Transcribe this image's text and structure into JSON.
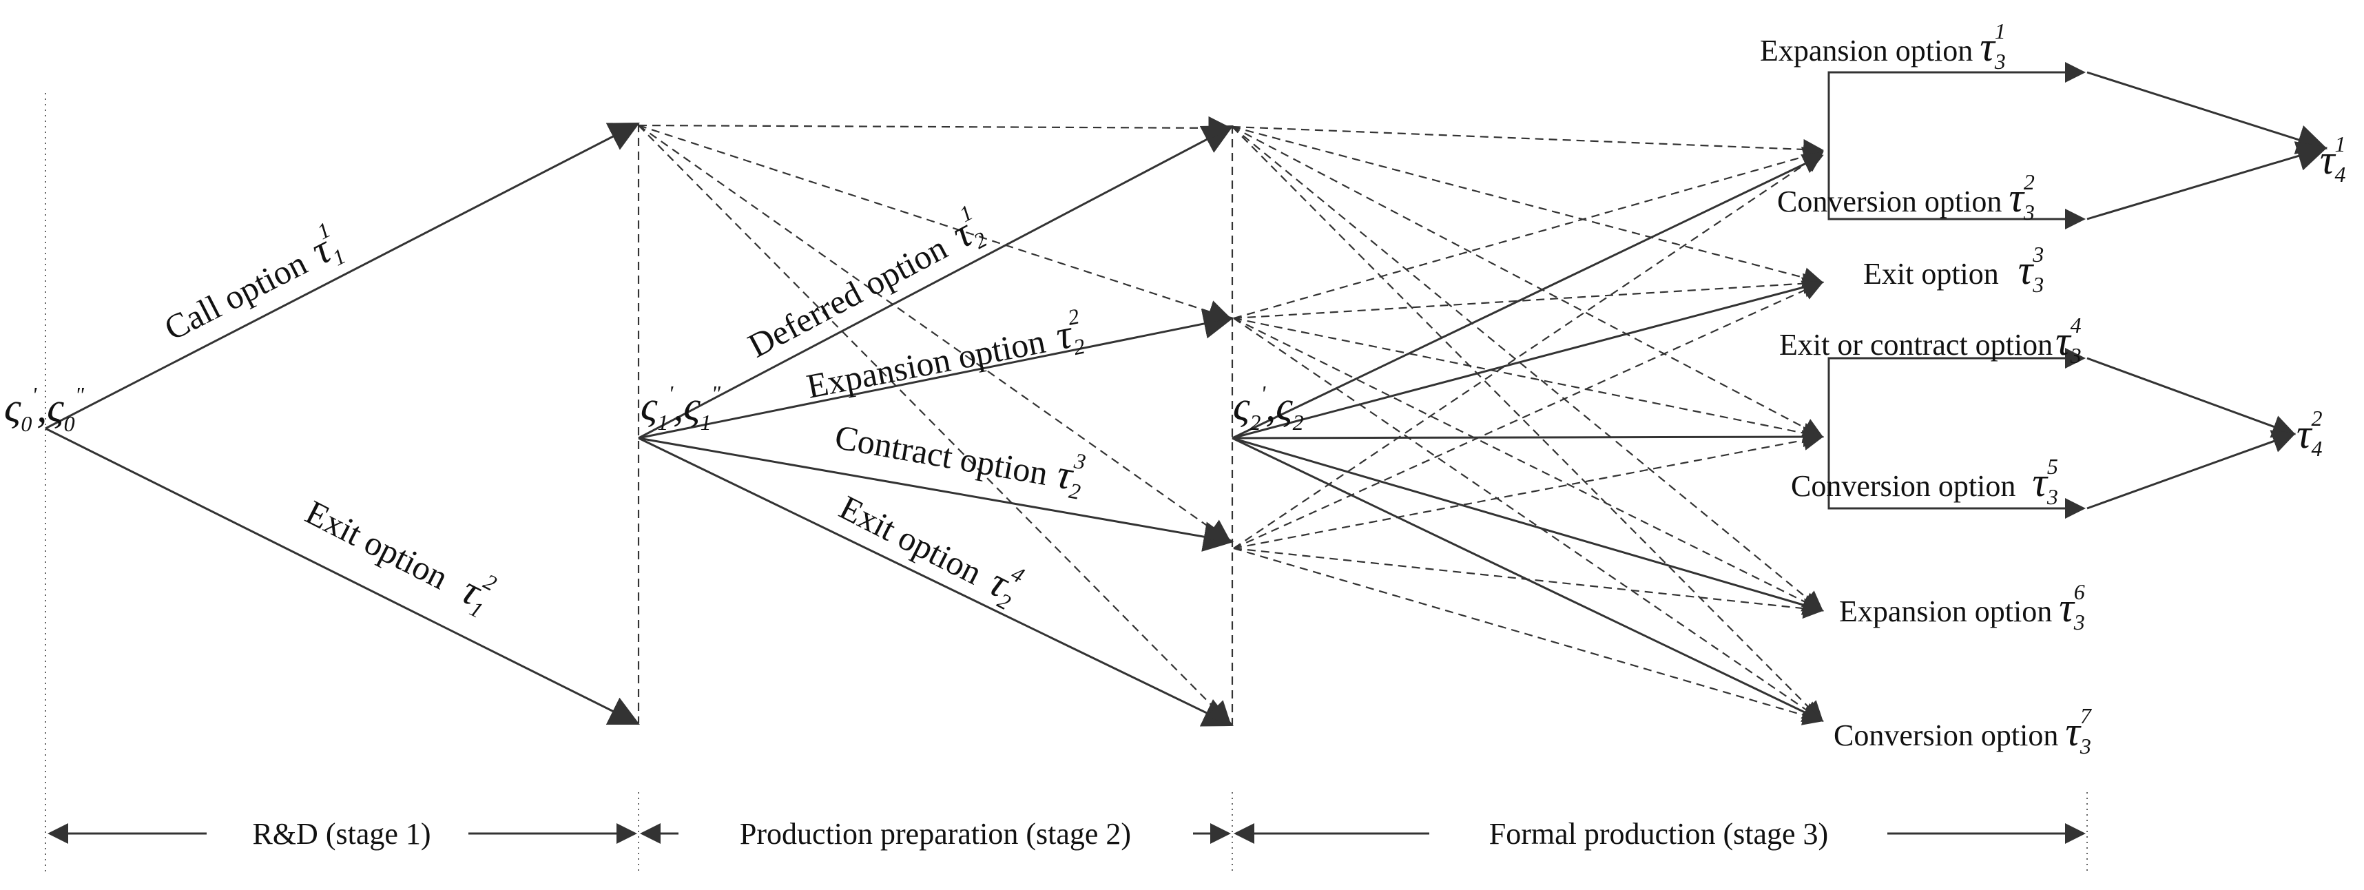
{
  "nodes": {
    "n0": {
      "sym": "ς",
      "sub": "0",
      "sup1": "'",
      "sup2": "\""
    },
    "n1": {
      "sym": "ς",
      "sub": "1",
      "sup1": "'",
      "sup2": "\""
    },
    "n2": {
      "sym": "ς",
      "sub": "2",
      "sup1": "'",
      "sup2": ""
    }
  },
  "stage1_options": [
    {
      "text": "Call option",
      "sym": "τ",
      "sub": "1",
      "sup": "1"
    },
    {
      "text": "Exit option",
      "sym": "τ",
      "sub": "1",
      "sup": "2"
    }
  ],
  "stage2_options": [
    {
      "text": "Deferred option",
      "sym": "τ",
      "sub": "2",
      "sup": "1"
    },
    {
      "text": "Expansion option",
      "sym": "τ",
      "sub": "2",
      "sup": "2"
    },
    {
      "text": "Contract option",
      "sym": "τ",
      "sub": "2",
      "sup": "3"
    },
    {
      "text": "Exit option",
      "sym": "τ",
      "sub": "2",
      "sup": "4"
    }
  ],
  "stage3_options": [
    {
      "text": "Expansion option",
      "sym": "τ",
      "sub": "3",
      "sup": "1"
    },
    {
      "text": "Conversion option",
      "sym": "τ",
      "sub": "3",
      "sup": "2"
    },
    {
      "text": "Exit option",
      "sym": "τ",
      "sub": "3",
      "sup": "3"
    },
    {
      "text": "Exit or contract option",
      "sym": "τ",
      "sub": "3",
      "sup": "4"
    },
    {
      "text": "Conversion option",
      "sym": "τ",
      "sub": "3",
      "sup": "5"
    },
    {
      "text": "Expansion option",
      "sym": "τ",
      "sub": "3",
      "sup": "6"
    },
    {
      "text": "Conversion option",
      "sym": "τ",
      "sub": "3",
      "sup": "7"
    }
  ],
  "final_nodes": [
    {
      "sym": "τ",
      "sub": "4",
      "sup": "1"
    },
    {
      "sym": "τ",
      "sub": "4",
      "sup": "2"
    }
  ],
  "stages": [
    {
      "label": "R&D (stage 1)"
    },
    {
      "label": "Production preparation (stage 2)"
    },
    {
      "label": "Formal production (stage 3)"
    }
  ]
}
